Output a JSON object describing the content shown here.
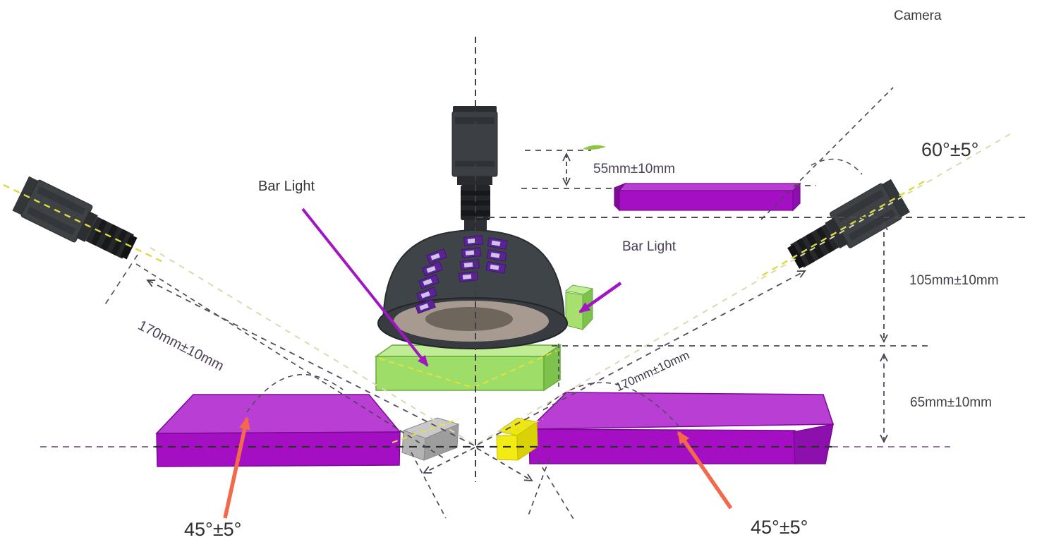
{
  "diagram": {
    "title": "Machine vision camera and bar-light setup diagram",
    "labels": {
      "camera": "Camera",
      "bar_light_left": "Bar Light",
      "bar_light_right": "Bar Light",
      "angle_60": "60°±5°",
      "angle_45_left": "45°±5°",
      "angle_45_right": "45°±5°"
    },
    "dimensions": {
      "d55": "55mm±10mm",
      "d105": "105mm±10mm",
      "d65": "65mm±10mm",
      "d170_left": "170mm±10mm",
      "d170_right": "170mm±10mm"
    },
    "components": [
      "top-camera-icon",
      "left-angled-camera-icon",
      "right-angled-camera-icon",
      "dome-light",
      "green-bar-light-horizontal",
      "green-bar-light-vertical",
      "purple-bar-light-top",
      "purple-bar-light-left",
      "purple-bar-light-right",
      "gray-block",
      "yellow-block"
    ],
    "colors": {
      "purple_bar_front": "#a50fc4",
      "purple_bar_top": "#b93fd4",
      "purple_bar_side": "#8d0fae",
      "green_bar": "#9ede68",
      "green_bar_top": "#c0ec96",
      "yellow_block": "#f2ec13",
      "gray_block": "#c9c9c9",
      "arrow_orange": "#f4694a",
      "arrow_purple": "#a116c4",
      "dash_dark": "#4c4c4c",
      "dash_purple": "#7a5c8a",
      "axis_olive": "#d8dbb0",
      "axis_yellow": "#ded943"
    }
  }
}
